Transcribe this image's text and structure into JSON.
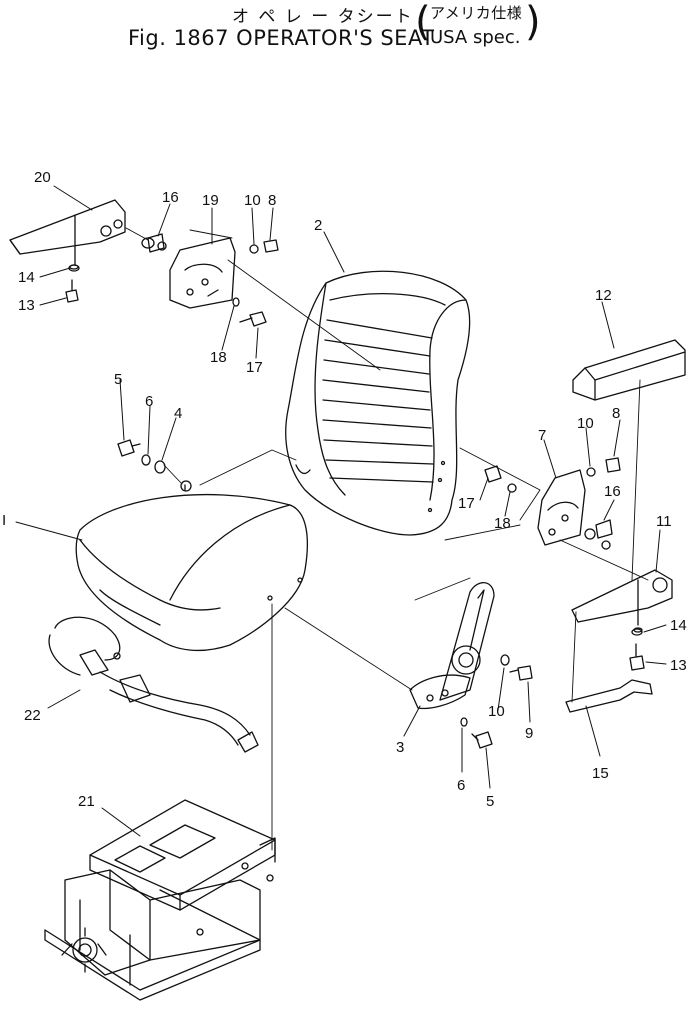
{
  "title": {
    "jp_part": "オ ペ レ ー タシート",
    "jp_spec": "アメリカ仕様",
    "main": "Fig. 1867 OPERATOR'S SEAT",
    "spec": "USA spec."
  },
  "parts": [
    {
      "id": "p1",
      "label": "I"
    },
    {
      "id": "p2",
      "label": "2"
    },
    {
      "id": "p3",
      "label": "3"
    },
    {
      "id": "p4",
      "label": "4"
    },
    {
      "id": "p5a",
      "label": "5"
    },
    {
      "id": "p5b",
      "label": "5"
    },
    {
      "id": "p6a",
      "label": "6"
    },
    {
      "id": "p6b",
      "label": "6"
    },
    {
      "id": "p7",
      "label": "7"
    },
    {
      "id": "p8a",
      "label": "8"
    },
    {
      "id": "p8b",
      "label": "8"
    },
    {
      "id": "p9",
      "label": "9"
    },
    {
      "id": "p10a",
      "label": "10"
    },
    {
      "id": "p10b",
      "label": "10"
    },
    {
      "id": "p10c",
      "label": "10"
    },
    {
      "id": "p11",
      "label": "11"
    },
    {
      "id": "p12",
      "label": "12"
    },
    {
      "id": "p13a",
      "label": "13"
    },
    {
      "id": "p13b",
      "label": "13"
    },
    {
      "id": "p14a",
      "label": "14"
    },
    {
      "id": "p14b",
      "label": "14"
    },
    {
      "id": "p15",
      "label": "15"
    },
    {
      "id": "p16a",
      "label": "16"
    },
    {
      "id": "p16b",
      "label": "16"
    },
    {
      "id": "p17a",
      "label": "17"
    },
    {
      "id": "p17b",
      "label": "17"
    },
    {
      "id": "p18a",
      "label": "18"
    },
    {
      "id": "p18b",
      "label": "18"
    },
    {
      "id": "p19",
      "label": "19"
    },
    {
      "id": "p20",
      "label": "20"
    },
    {
      "id": "p21",
      "label": "21"
    },
    {
      "id": "p22",
      "label": "22"
    }
  ]
}
